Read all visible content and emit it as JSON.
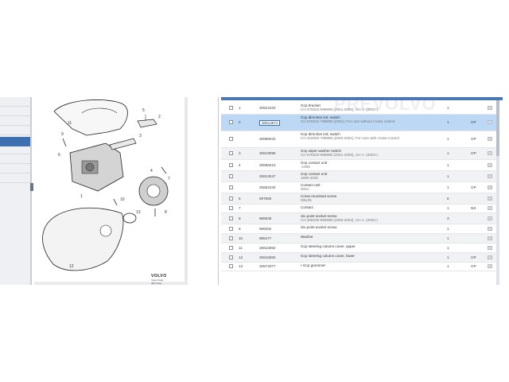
{
  "brand": {
    "logo_text": "VOLVO",
    "logo_sub": "Volvo Parts",
    "diagram_code": "3877 Deg",
    "watermark": "PREVOLVO"
  },
  "diagram": {
    "callouts": [
      "1",
      "2",
      "3",
      "4",
      "5",
      "6",
      "7",
      "8",
      "9",
      "10",
      "11",
      "12",
      "13"
    ]
  },
  "colors": {
    "selected_row": "#bcd8f4",
    "accent": "#3e6fb0",
    "alt_row": "#f1f2f4"
  },
  "parts": [
    {
      "no": "1",
      "pn": "30621520",
      "desc": "Gcp bracket",
      "sub": "CH 076022-999999 (2001-2005), CH 1- (2003-)",
      "qty": "1",
      "note": "",
      "selected": false
    },
    {
      "no": "2",
      "pn": "30613571",
      "desc": "Gcp direction ind. switch",
      "sub": "CH 076021-799999 (2001); For cars without cruise control",
      "qty": "1",
      "note": "OP",
      "selected": true
    },
    {
      "no": "",
      "pn": "30889033",
      "desc": "Gcp direction ind. switch",
      "sub": "CH 415000-799999 (2000-2001); For cars with cruise control",
      "qty": "1",
      "note": "OP",
      "selected": false
    },
    {
      "no": "3",
      "pn": "30619096",
      "desc": "Gcp wiper-washer switch",
      "sub": "CH 076033-999999 (2001-2005), CH 1- (2003-)",
      "qty": "1",
      "note": "OP",
      "selected": false
    },
    {
      "no": "4",
      "pn": "30889310",
      "desc": "Gcp contact unit",
      "sub": "-1999",
      "qty": "1",
      "note": "",
      "selected": false
    },
    {
      "no": "",
      "pn": "30613047",
      "desc": "Gcp contact unit",
      "sub": "1999-2000",
      "qty": "1",
      "note": "",
      "selected": false
    },
    {
      "no": "",
      "pn": "30662230",
      "desc": "Contact unit",
      "sub": "2001-",
      "qty": "1",
      "note": "OP",
      "selected": false
    },
    {
      "no": "6",
      "pn": "997690",
      "desc": "Cross recessed screw",
      "sub": "M5x35",
      "qty": "6",
      "note": "",
      "selected": false
    },
    {
      "no": "7",
      "pn": "",
      "desc": "Contact",
      "sub": "",
      "qty": "1",
      "note": "NS",
      "selected": false
    },
    {
      "no": "8",
      "pn": "989039",
      "desc": "Six point socket screw",
      "sub": "CH 306030-999999 (2000-2003), CH 1- (2003-)",
      "qty": "3",
      "note": "",
      "selected": false
    },
    {
      "no": "9",
      "pn": "989292",
      "desc": "Six point socket screw",
      "sub": "",
      "qty": "1",
      "note": "",
      "selected": false
    },
    {
      "no": "10",
      "pn": "985477",
      "desc": "Washer",
      "sub": "",
      "qty": "1",
      "note": "",
      "selected": false
    },
    {
      "no": "11",
      "pn": "30615992",
      "desc": "Gcp steering column cover, upper",
      "sub": "",
      "qty": "1",
      "note": "",
      "selected": false
    },
    {
      "no": "12",
      "pn": "30615993",
      "desc": "Gcp steering column cover, lower",
      "sub": "",
      "qty": "1",
      "note": "OP",
      "selected": false
    },
    {
      "no": "13",
      "pn": "30872977",
      "desc": "• Gcp grommet",
      "sub": "",
      "qty": "1",
      "note": "OP",
      "selected": false
    }
  ]
}
